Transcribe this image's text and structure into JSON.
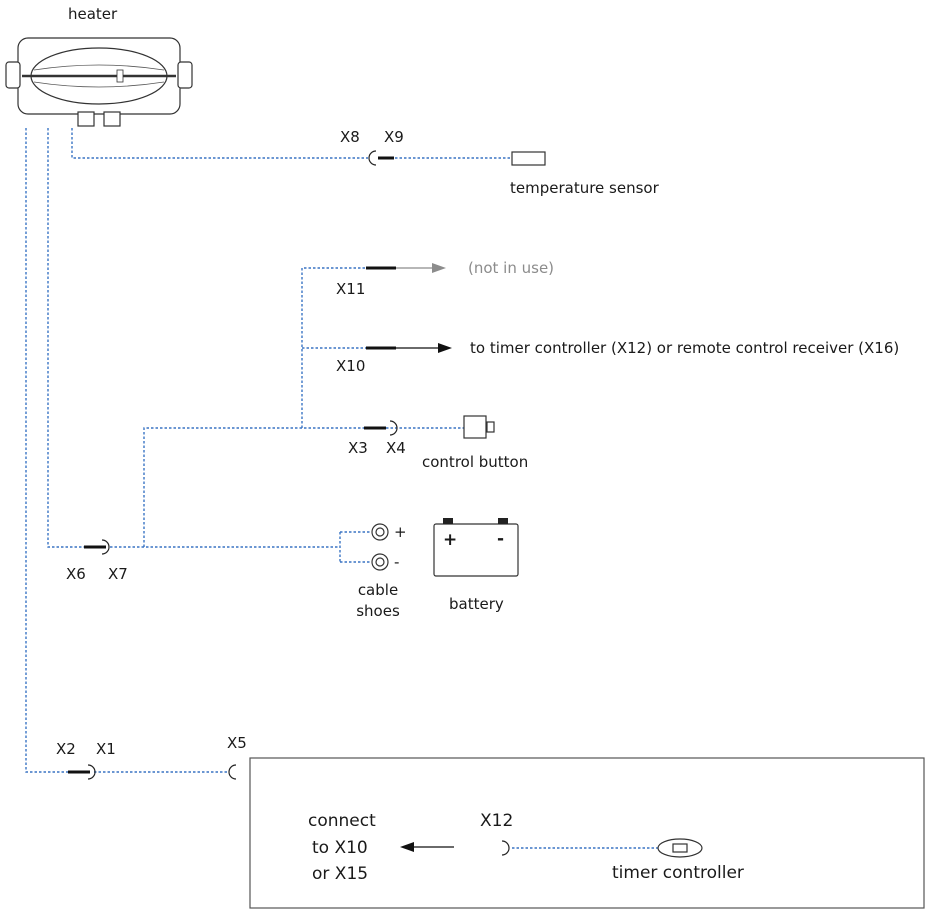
{
  "labels": {
    "heater": "heater",
    "temperature_sensor": "temperature sensor",
    "not_in_use": "(not in use)",
    "to_timer": "to timer controller (X12) or remote control receiver (X16)",
    "control_button": "control button",
    "cable_shoes_line1": "cable",
    "cable_shoes_line2": "shoes",
    "battery": "battery",
    "connect_line1": "connect",
    "connect_line2": "to X10",
    "connect_line3": "or X15",
    "timer_controller": "timer controller"
  },
  "connectors": {
    "x1": "X1",
    "x2": "X2",
    "x3": "X3",
    "x4": "X4",
    "x5": "X5",
    "x6": "X6",
    "x7": "X7",
    "x8": "X8",
    "x9": "X9",
    "x10": "X10",
    "x11": "X11",
    "x12": "X12"
  },
  "battery_terminals": {
    "plus": "+",
    "minus": "-"
  },
  "colors": {
    "wire": "#3a74c4",
    "inactive": "#8c8c8c",
    "line": "#222222"
  }
}
